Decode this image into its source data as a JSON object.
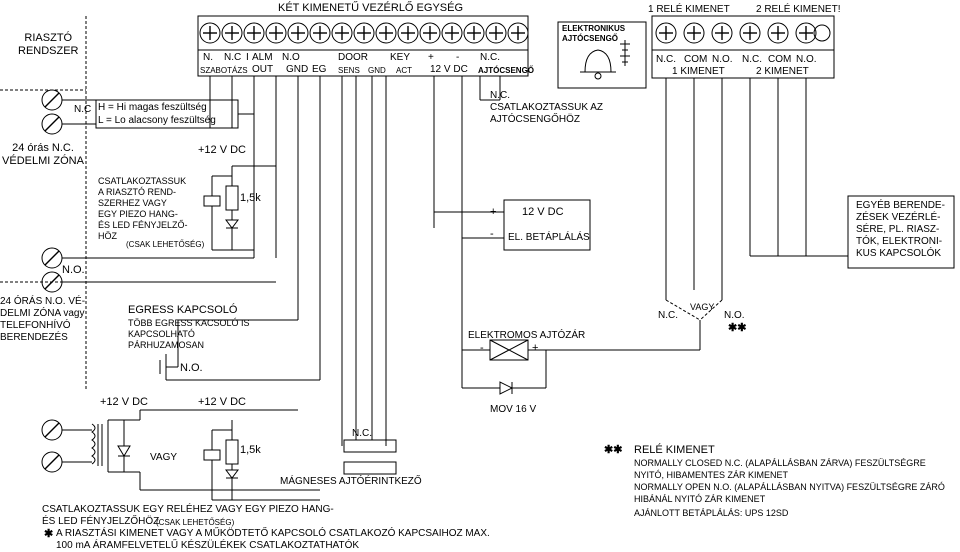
{
  "header": {
    "main_title": "KÉT KIMENETŰ VEZÉRLŐ EGYSÉG",
    "relay1_title": "1 RELÉ KIMENET",
    "relay2_title": "2 RELÉ KIMENET!",
    "alarm_system": "RIASZTÓ\nRENDSZER"
  },
  "terminals": {
    "row1": [
      "N.",
      "N.C",
      "I",
      "ALM",
      "N.O",
      "DOOR",
      "KEY",
      "+",
      "-",
      "N.C."
    ],
    "row2": [
      "SZABOTÁZS",
      "OUT",
      "GND",
      "EG",
      "SENS",
      "GND",
      "ACT",
      "12 V DC",
      "AJTÓCSENGŐ"
    ],
    "relay_row1": [
      "N.C.",
      "COM",
      "N.O.",
      "N.C.",
      "COM",
      "N.O."
    ],
    "relay1_label": "1 KIMENET",
    "relay2_label": "2 KIMENET"
  },
  "bell": {
    "title": "ELEKTRONIKUS\nAJTÓCSENGŐ",
    "nc_label": "N.C.",
    "connect_note": "CSATLAKOZTASSUK AZ\nAJTÓCSENGŐHÖZ"
  },
  "voltage_note": {
    "nc": "N.C",
    "high": "H = Hi magas feszültség",
    "low": "L = Lo alacsony feszültség"
  },
  "zones": {
    "zone24_nc": "24 órás N.C.\nVÉDELMI ZÓNA",
    "no_label": "N.O.",
    "zone24_no": "24 ÓRÁS N.O. VÉ-\nDELMI ZÓNA vagy\nTELEFONHÍVÓ\nBERENDEZÉS"
  },
  "piezo_top": {
    "text": "CSATLAKOZTASSUK\nA RIASZTÓ REND-\nSZERHEZ VAGY\nEGY PIEZO HANG-\nÉS LED FÉNYJELZŐ-\nHÖZ",
    "optional": "(CSAK LEHETŐSÉG)",
    "supply": "+12 V DC",
    "resistor": "1,5k"
  },
  "egress": {
    "title": "EGRESS KAPCSOLÓ",
    "desc": "TÖBB EGRESS KACSOLÓ IS\nKAPCSOLHATÓ\nPÁRHUZAMOSAN",
    "no_label": "N.O."
  },
  "power": {
    "plus": "+",
    "minus": "-",
    "voltage": "12 V DC",
    "supply": "EL. BETÁPLÁLÁS"
  },
  "other_devices": "EGYÉB BERENDE-\nZÉSEK VEZÉRLÉ-\nSÉRE, PL. RIASZ-\nTÓK, ELEKTRONI-\nKUS KAPCSOLÓK",
  "lock": {
    "title": "ELEKTROMOS AJTÓZÁR",
    "minus": "-",
    "plus": "+",
    "mov": "MOV 16 V",
    "nc": "N.C.",
    "vagy": "VAGY",
    "no": "N.O.",
    "stars": "✱✱"
  },
  "bottom_left": {
    "supply1": "+12 V DC",
    "supply2": "+12 V DC",
    "vagy": "VAGY",
    "resistor": "1,5k",
    "line1": "CSATLAKOZTASSUK EGY RELÉHEZ VAGY EGY PIEZO HANG-",
    "line2": "ÉS LED FÉNYJELZŐHÖZ",
    "line2_opt": "(CSAK LEHETŐSÉG)",
    "star": "✱",
    "line3": "A RIASZTÁSI  KIMENET VAGY A MŰKÖDTETŐ KAPCSOLÓ CSATLAKOZÓ KAPCSAIHOZ MAX.",
    "line4": "100 mA ÁRAMFELVETELŰ KÉSZÜLÉKEK CSATLAKOZTATHATÓK"
  },
  "magnet": {
    "nc": "N.C.",
    "label": "MÁGNESES AJTÓÉRINTKEZŐ"
  },
  "legend": {
    "stars": "✱✱",
    "title": "RELÉ KIMENET",
    "l1": "NORMALLY CLOSED N.C. (ALAPÁLLÁSBAN ZÁRVA) FESZÜLTSÉGRE",
    "l2": "NYITÓ, HIBAMENTES ZÁR KIMENET",
    "l3": "NORMALLY OPEN N.O. (ALAPÁLLÁSBAN NYITVA) FESZÜLTSÉGRE ZÁRÓ",
    "l4": "HIBÁNÁL NYITÓ ZÁR KIMENET",
    "l5": "AJÁNLOTT BETÁPLÁLÁS:  UPS 12SD"
  }
}
